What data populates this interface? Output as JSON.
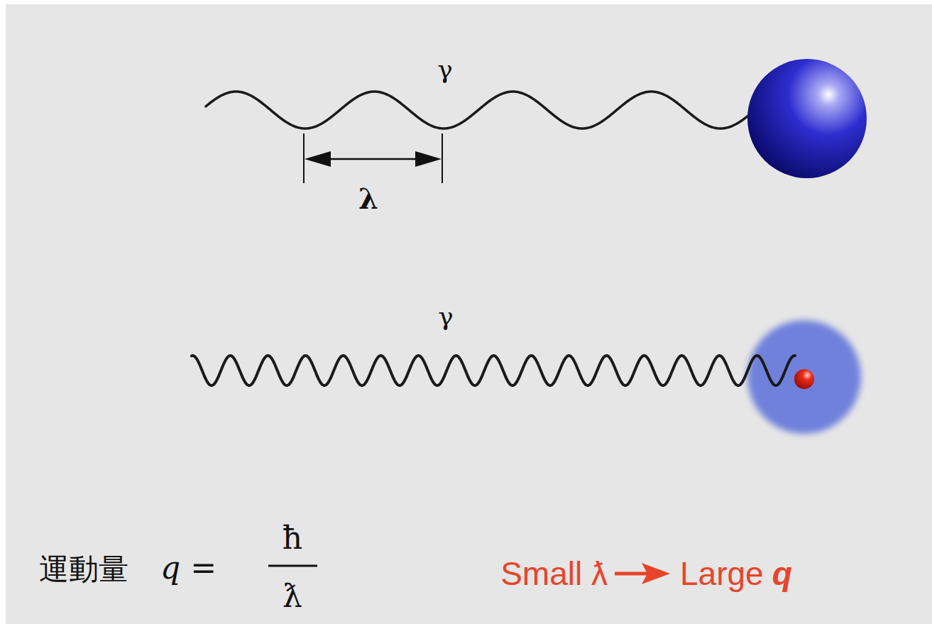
{
  "diagram": {
    "labels": [
      "γ",
      "λ",
      "γ",
      "運動量",
      "q =",
      "ħ",
      "ƛ",
      "Small ƛ",
      "Large",
      "q"
    ]
  }
}
